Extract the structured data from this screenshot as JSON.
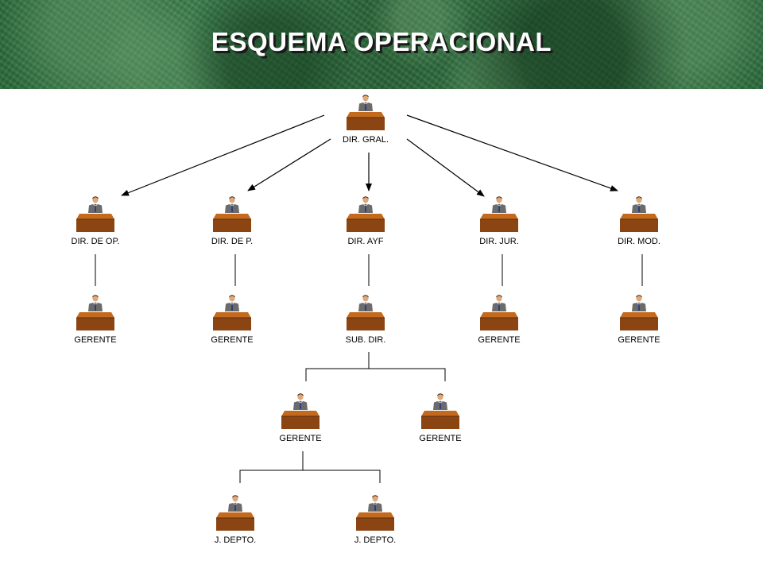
{
  "title": "ESQUEMA OPERACIONAL",
  "colors": {
    "desk": "#8b4513",
    "desk_top": "#c46a1e",
    "suit": "#6b6b6b",
    "tie": "#1f3a8a",
    "header_green": "#2f6c3f"
  },
  "nodes": [
    {
      "id": "dir-gral",
      "label": "DIR. GRAL."
    },
    {
      "id": "dir-op",
      "label": "DIR. DE OP."
    },
    {
      "id": "dir-p",
      "label": "DIR. DE P."
    },
    {
      "id": "dir-ayf",
      "label": "DIR. AYF"
    },
    {
      "id": "dir-jur",
      "label": "DIR. JUR."
    },
    {
      "id": "dir-mod",
      "label": "DIR. MOD."
    },
    {
      "id": "ger-op",
      "label": "GERENTE"
    },
    {
      "id": "ger-p",
      "label": "GERENTE"
    },
    {
      "id": "sub-dir",
      "label": "SUB. DIR."
    },
    {
      "id": "ger-jur",
      "label": "GERENTE"
    },
    {
      "id": "ger-mod",
      "label": "GERENTE"
    },
    {
      "id": "ger-sub-1",
      "label": "GERENTE"
    },
    {
      "id": "ger-sub-2",
      "label": "GERENTE"
    },
    {
      "id": "jdepto-1",
      "label": "J. DEPTO."
    },
    {
      "id": "jdepto-2",
      "label": "J. DEPTO."
    }
  ],
  "edges": [
    {
      "from": "dir-gral",
      "to": "dir-op",
      "type": "arrow"
    },
    {
      "from": "dir-gral",
      "to": "dir-p",
      "type": "arrow"
    },
    {
      "from": "dir-gral",
      "to": "dir-ayf",
      "type": "arrow"
    },
    {
      "from": "dir-gral",
      "to": "dir-jur",
      "type": "arrow"
    },
    {
      "from": "dir-gral",
      "to": "dir-mod",
      "type": "arrow"
    },
    {
      "from": "dir-op",
      "to": "ger-op",
      "type": "line"
    },
    {
      "from": "dir-p",
      "to": "ger-p",
      "type": "line"
    },
    {
      "from": "dir-ayf",
      "to": "sub-dir",
      "type": "line"
    },
    {
      "from": "dir-jur",
      "to": "ger-jur",
      "type": "line"
    },
    {
      "from": "dir-mod",
      "to": "ger-mod",
      "type": "line"
    },
    {
      "from": "sub-dir",
      "to": "ger-sub-1",
      "type": "bracket"
    },
    {
      "from": "sub-dir",
      "to": "ger-sub-2",
      "type": "bracket"
    },
    {
      "from": "ger-sub-1",
      "to": "jdepto-1",
      "type": "bracket"
    },
    {
      "from": "ger-sub-1",
      "to": "jdepto-2",
      "type": "bracket"
    }
  ]
}
